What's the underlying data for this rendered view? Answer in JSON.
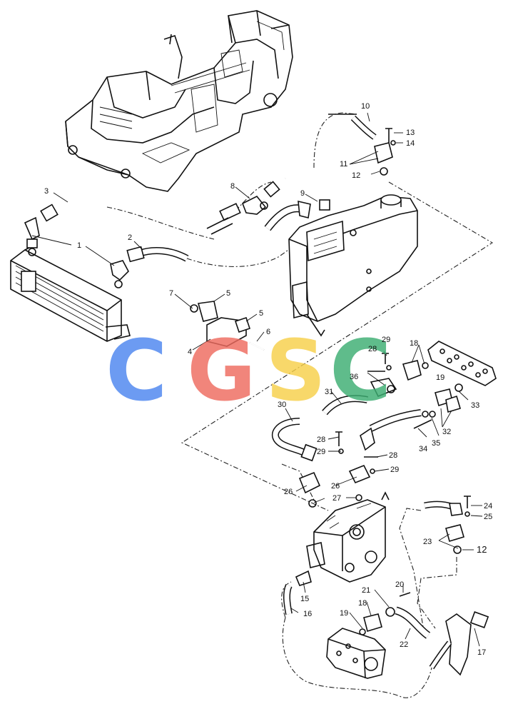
{
  "watermark": {
    "letters": [
      {
        "char": "C",
        "color": "#4C86F0"
      },
      {
        "char": "G",
        "color": "#EE6B5F"
      },
      {
        "char": "S",
        "color": "#F7D04A"
      },
      {
        "char": "C",
        "color": "#3CAE72"
      }
    ]
  },
  "callouts": {
    "c1": "1",
    "c2": "2",
    "c3": "3",
    "c4": "4",
    "c5a": "5",
    "c5b": "5",
    "c6": "6",
    "c7": "7",
    "c8": "8",
    "c9": "9",
    "c10": "10",
    "c11": "11",
    "c12a": "12",
    "c12b": "12",
    "c13": "13",
    "c14": "14",
    "c15": "15",
    "c16": "16",
    "c17": "17",
    "c18a": "18",
    "c18b": "18",
    "c19a": "19",
    "c19b": "19",
    "c20": "20",
    "c21": "21",
    "c22": "22",
    "c23": "23",
    "c24": "24",
    "c25": "25",
    "c26a": "26",
    "c26b": "26",
    "c27": "27",
    "c28a": "28",
    "c28b": "28",
    "c28c": "28",
    "c29a": "29",
    "c29b": "29",
    "c29c": "29",
    "c30": "30",
    "c31": "31",
    "c32": "32",
    "c33": "33",
    "c34": "34",
    "c35": "35",
    "c36": "36"
  }
}
